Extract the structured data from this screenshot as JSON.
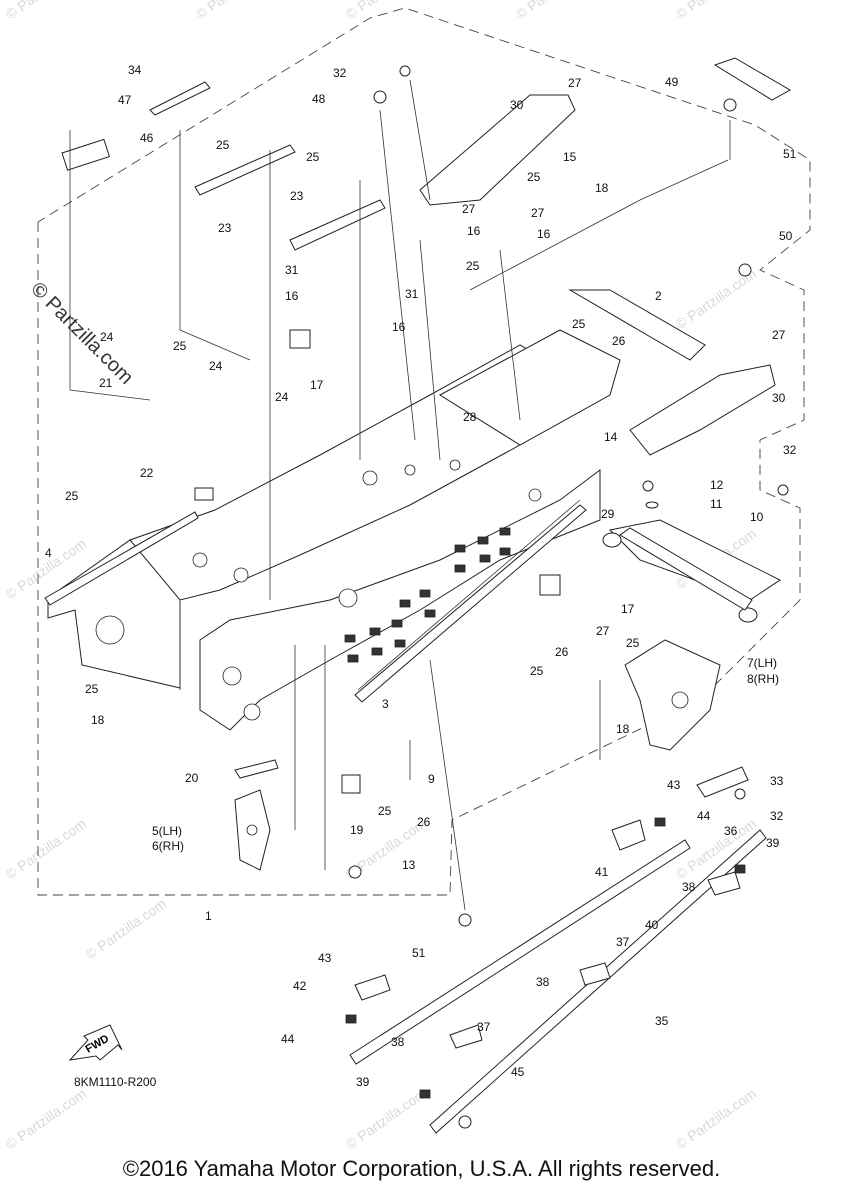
{
  "watermark": {
    "text": "© Partzilla.com"
  },
  "labels": {
    "l1": "1",
    "l2": "2",
    "l3": "3",
    "l4": "4",
    "l5_6": "5(LH)\n6(RH)",
    "l5": "5(LH)",
    "l6": "6(RH)",
    "l7": "7(LH)",
    "l8": "8(RH)",
    "l9": "9",
    "l10": "10",
    "l11": "11",
    "l12": "12",
    "l13": "13",
    "l14": "14",
    "l15": "15",
    "l16": "16",
    "l17": "17",
    "l18": "18",
    "l19": "19",
    "l20": "20",
    "l21": "21",
    "l22": "22",
    "l23": "23",
    "l24": "24",
    "l25": "25",
    "l26": "26",
    "l27": "27",
    "l28": "28",
    "l29": "29",
    "l30": "30",
    "l31": "31",
    "l32": "32",
    "l33": "33",
    "l34": "34",
    "l35": "35",
    "l36": "36",
    "l37": "37",
    "l38": "38",
    "l39": "39",
    "l40": "40",
    "l41": "41",
    "l42": "42",
    "l43": "43",
    "l44": "44",
    "l45": "45",
    "l46": "46",
    "l47": "47",
    "l48": "48",
    "l49": "49",
    "l50": "50",
    "l51": "51"
  },
  "fwd_label": "FWD",
  "drawing_code": "8KM1110-R200",
  "copyright": "©2016 Yamaha Motor Corporation, U.S.A. All rights reserved."
}
